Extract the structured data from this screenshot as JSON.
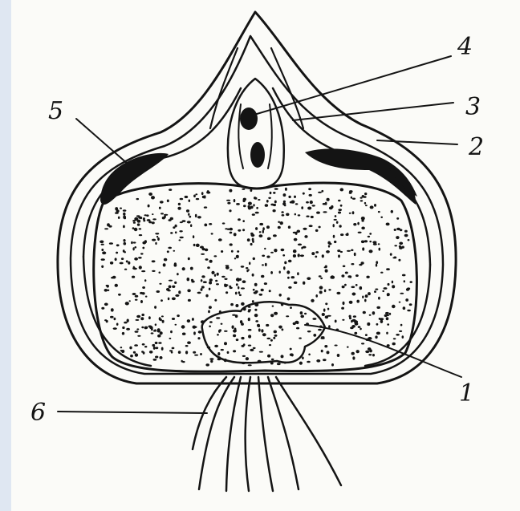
{
  "labels": {
    "l1": "1",
    "l2": "2",
    "l3": "3",
    "l4": "4",
    "l5": "5",
    "l6": "6"
  },
  "colors": {
    "ink": "#141414",
    "paper": "#fbfbf8",
    "margin": "#dfe7f2"
  }
}
